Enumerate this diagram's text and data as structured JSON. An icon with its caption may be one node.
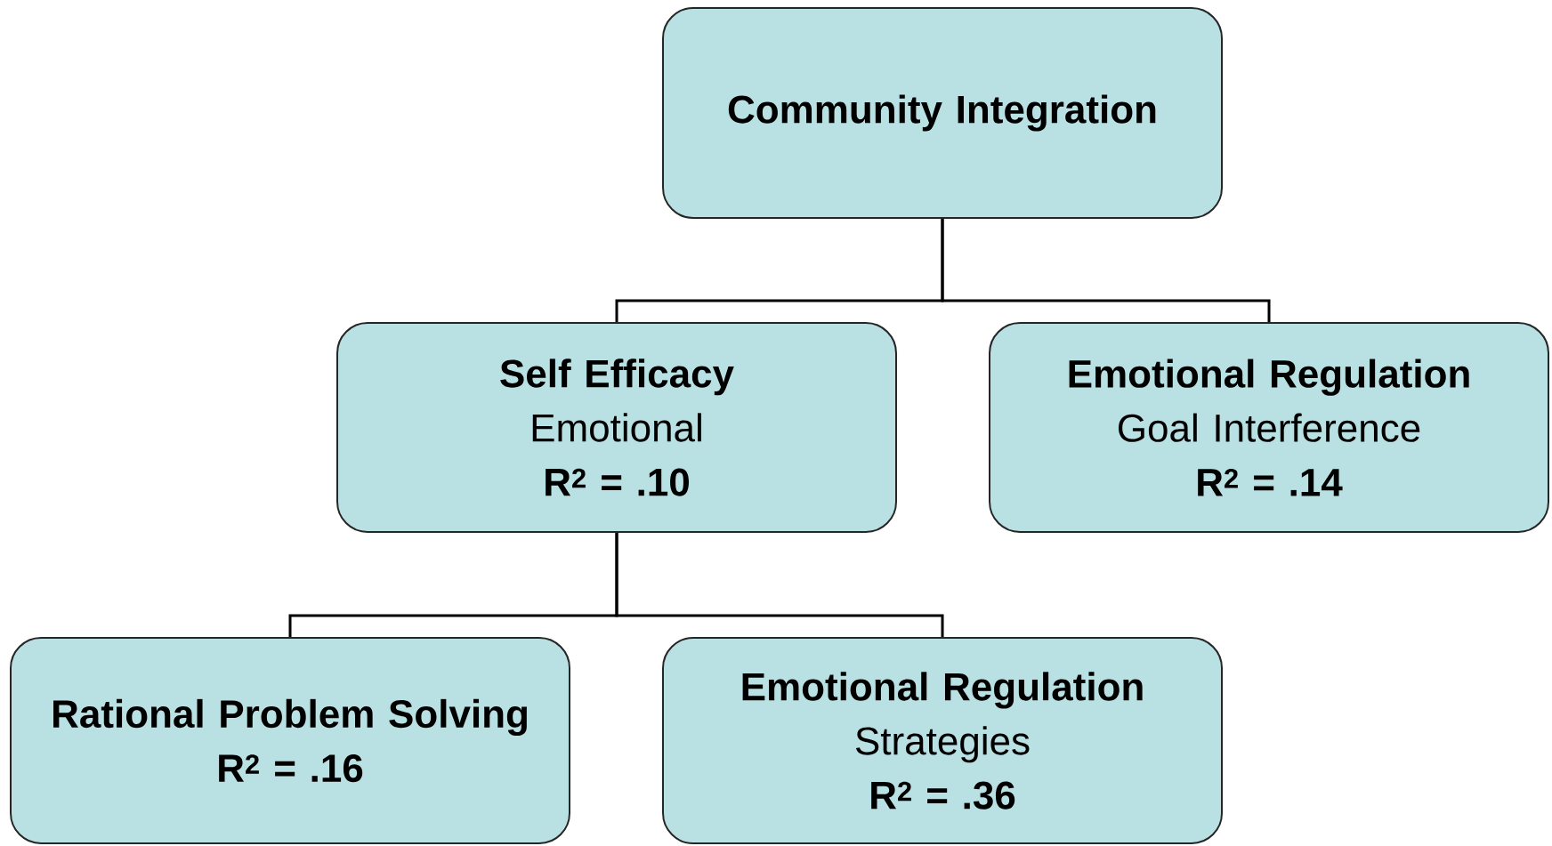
{
  "diagram": {
    "nodes": [
      {
        "text": [
          "Community Integration"
        ]
      },
      {
        "text": [
          "Self Efficacy",
          "Emotional",
          "R$^{2}$ = .10"
        ]
      },
      {
        "text": [
          "Emotional Regulation",
          "Goal Interference",
          "R$^{2}$ = .14"
        ]
      },
      {
        "text": [
          "Rational Problem Solving",
          "R$^{2}$ = .16"
        ]
      },
      {
        "text": [
          "Emotional Regulation",
          "Strategies",
          "R$^{2}$ = .36"
        ]
      }
    ],
    "edges": [
      {
        "from": 0,
        "to": 1,
        "arrow": "none"
      },
      {
        "from": 0,
        "to": 2,
        "arrow": "none"
      },
      {
        "from": 1,
        "to": 3,
        "arrow": "none"
      },
      {
        "from": 1,
        "to": 4,
        "arrow": "none"
      }
    ]
  }
}
